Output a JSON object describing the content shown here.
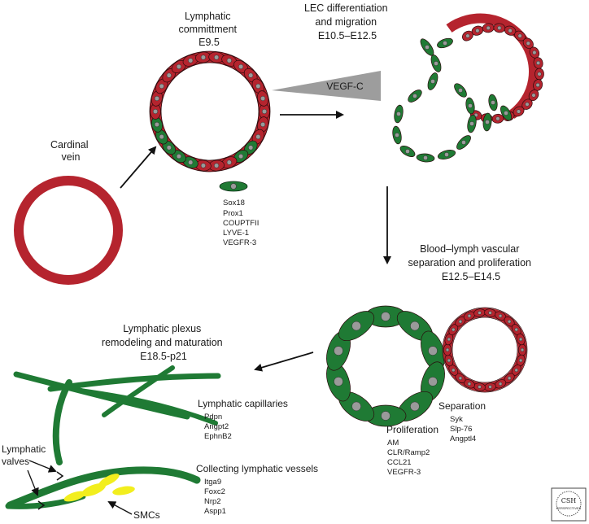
{
  "stages": {
    "cardinal_vein": {
      "title_lines": [
        "Cardinal",
        "vein"
      ]
    },
    "commitment": {
      "title_lines": [
        "Lymphatic",
        "committment",
        "E9.5"
      ]
    },
    "lec_differentiation": {
      "title_lines": [
        "LEC differentiation",
        "and migration",
        "E10.5–E12.5"
      ]
    },
    "separation": {
      "title_lines": [
        "Blood–lymph vascular",
        "separation and proliferation",
        "E12.5–E14.5"
      ]
    },
    "remodeling": {
      "title_lines": [
        "Lymphatic plexus",
        "remodeling and maturation",
        "E18.5-p21"
      ]
    }
  },
  "growth_factor": "VEGF-C",
  "marker_lists": {
    "lec_markers": [
      "Sox18",
      "Prox1",
      "COUPTFII",
      "LYVE-1",
      "VEGFR-3"
    ],
    "proliferation": {
      "title": "Proliferation",
      "items": [
        "AM",
        "CLR/Ramp2",
        "CCL21",
        "VEGFR-3"
      ]
    },
    "separation": {
      "title": "Separation",
      "items": [
        "Syk",
        "Slp-76",
        "Angptl4"
      ]
    },
    "capillaries": {
      "title": "Lymphatic capillaries",
      "items": [
        "Pdpn",
        "Angpt2",
        "EphnB2"
      ]
    },
    "collecting": {
      "title": "Collecting lymphatic vessels",
      "items": [
        "Itga9",
        "Foxc2",
        "Nrp2",
        "Aspp1"
      ]
    }
  },
  "annotations": {
    "valves_lines": [
      "Lymphatic",
      "valves"
    ],
    "smcs": "SMCs"
  },
  "logo": {
    "lines": [
      "CSH",
      "PERSPECTIVES"
    ]
  },
  "colors": {
    "blood_red": "#b5242e",
    "lymph_green": "#1f7a34",
    "nucleus_gray": "#9a9a9a",
    "smc_yellow": "#f2ee1e",
    "arrow": "#111111"
  }
}
